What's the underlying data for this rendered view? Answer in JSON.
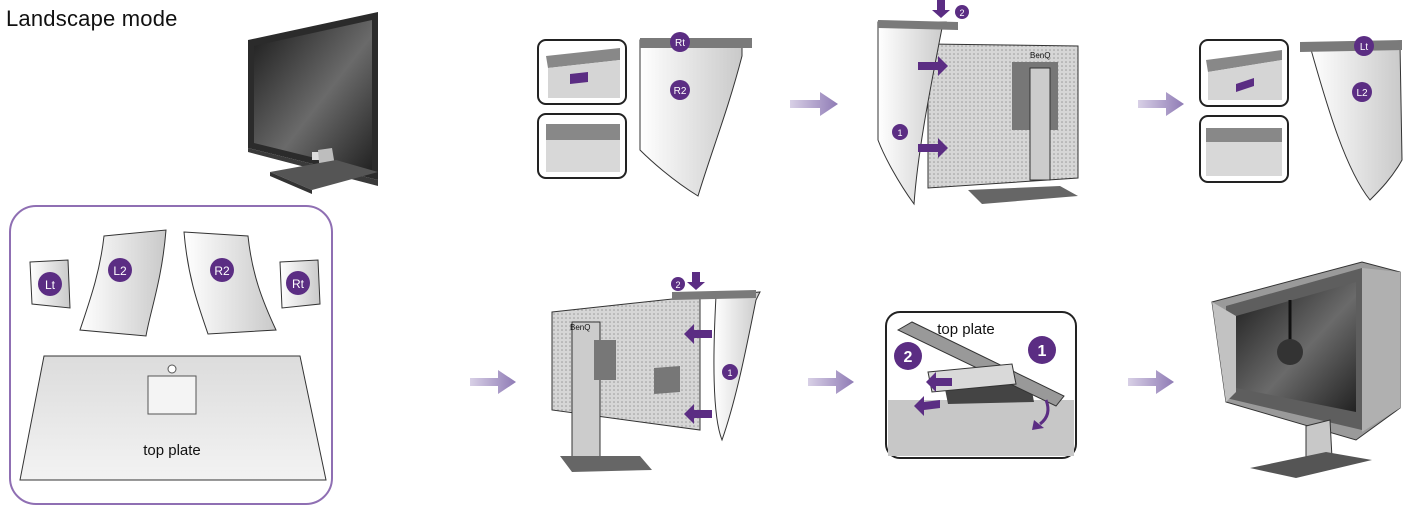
{
  "page": {
    "title": "Landscape mode"
  },
  "parts": {
    "lt": "Lt",
    "l2": "L2",
    "r2": "R2",
    "rt": "Rt",
    "top_plate": "top plate"
  },
  "steps": {
    "one": "1",
    "two": "2"
  },
  "colors": {
    "accent": "#5b2d83",
    "arrow": "#a99ac3",
    "panel_border": "#8f6fb3",
    "gray_part": "#b9b9b9"
  },
  "icons": {
    "step_arrow": "right-arrow-icon",
    "push_arrow": "purple-push-arrow-icon"
  }
}
